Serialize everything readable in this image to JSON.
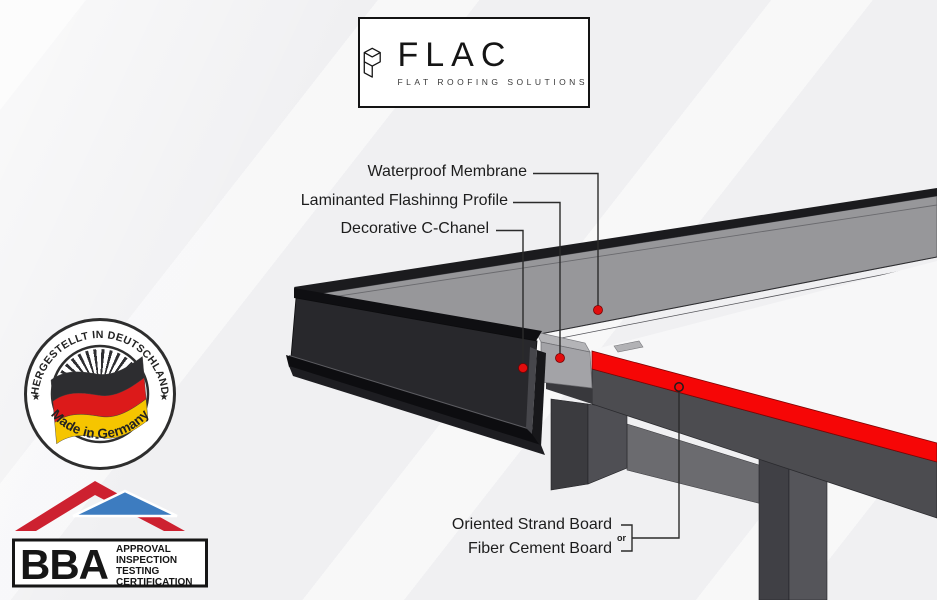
{
  "logo": {
    "name": "FLAC",
    "tagline": "FLAT ROOFING SOLUTIONS"
  },
  "callouts": {
    "membrane": "Waterproof Membrane",
    "flashing": "Laminanted Flashinng Profile",
    "channel": "Decorative C-Chanel",
    "board_top": "Oriented Strand Board",
    "board_bottom": "Fiber Cement Board",
    "or_label": "or"
  },
  "badges": {
    "germany": {
      "arc_top": "HERGESTELLT IN DEUTSCHLAND",
      "arc_bottom": "Made in Germany",
      "star": "★"
    },
    "bba": {
      "name": "BBA",
      "lines": [
        "APPROVAL",
        "INSPECTION",
        "TESTING",
        "CERTIFICATION"
      ]
    }
  },
  "colors": {
    "accent_red": "#f60606",
    "flag_black": "#2d2d30",
    "flag_red": "#dc1a1a",
    "flag_gold": "#f6c500",
    "bba_red": "#cd2130",
    "bba_blue": "#3d7cc0"
  }
}
